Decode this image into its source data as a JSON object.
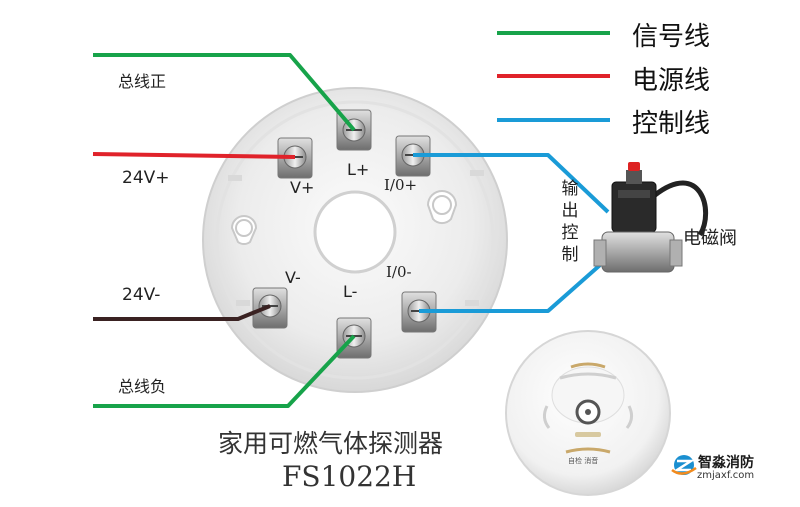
{
  "legend": {
    "items": [
      {
        "label": "信号线",
        "color": "#17a34a"
      },
      {
        "label": "电源线",
        "color": "#e0222a"
      },
      {
        "label": "控制线",
        "color": "#1a9bd7"
      }
    ]
  },
  "wires": {
    "bus_positive": "总线正",
    "power_positive": "24V+",
    "power_negative": "24V-",
    "bus_negative": "总线负",
    "output_control": "输出控制"
  },
  "terminals": {
    "v_plus": "V+",
    "l_plus": "L+",
    "io_plus": "I/0+",
    "v_minus": "V-",
    "l_minus": "L-",
    "io_minus": "I/0-"
  },
  "valve": {
    "label": "电磁阀"
  },
  "product": {
    "name": "家用可燃气体探测器",
    "model": "FS1022H"
  },
  "detector_panel": {
    "text": "自检 消音"
  },
  "watermark": {
    "brand": "智淼消防",
    "domain": "zmjaxf.com"
  },
  "colors": {
    "signal": "#17a34a",
    "power": "#e0222a",
    "control": "#1a9bd7",
    "negative": "#3a2222"
  }
}
